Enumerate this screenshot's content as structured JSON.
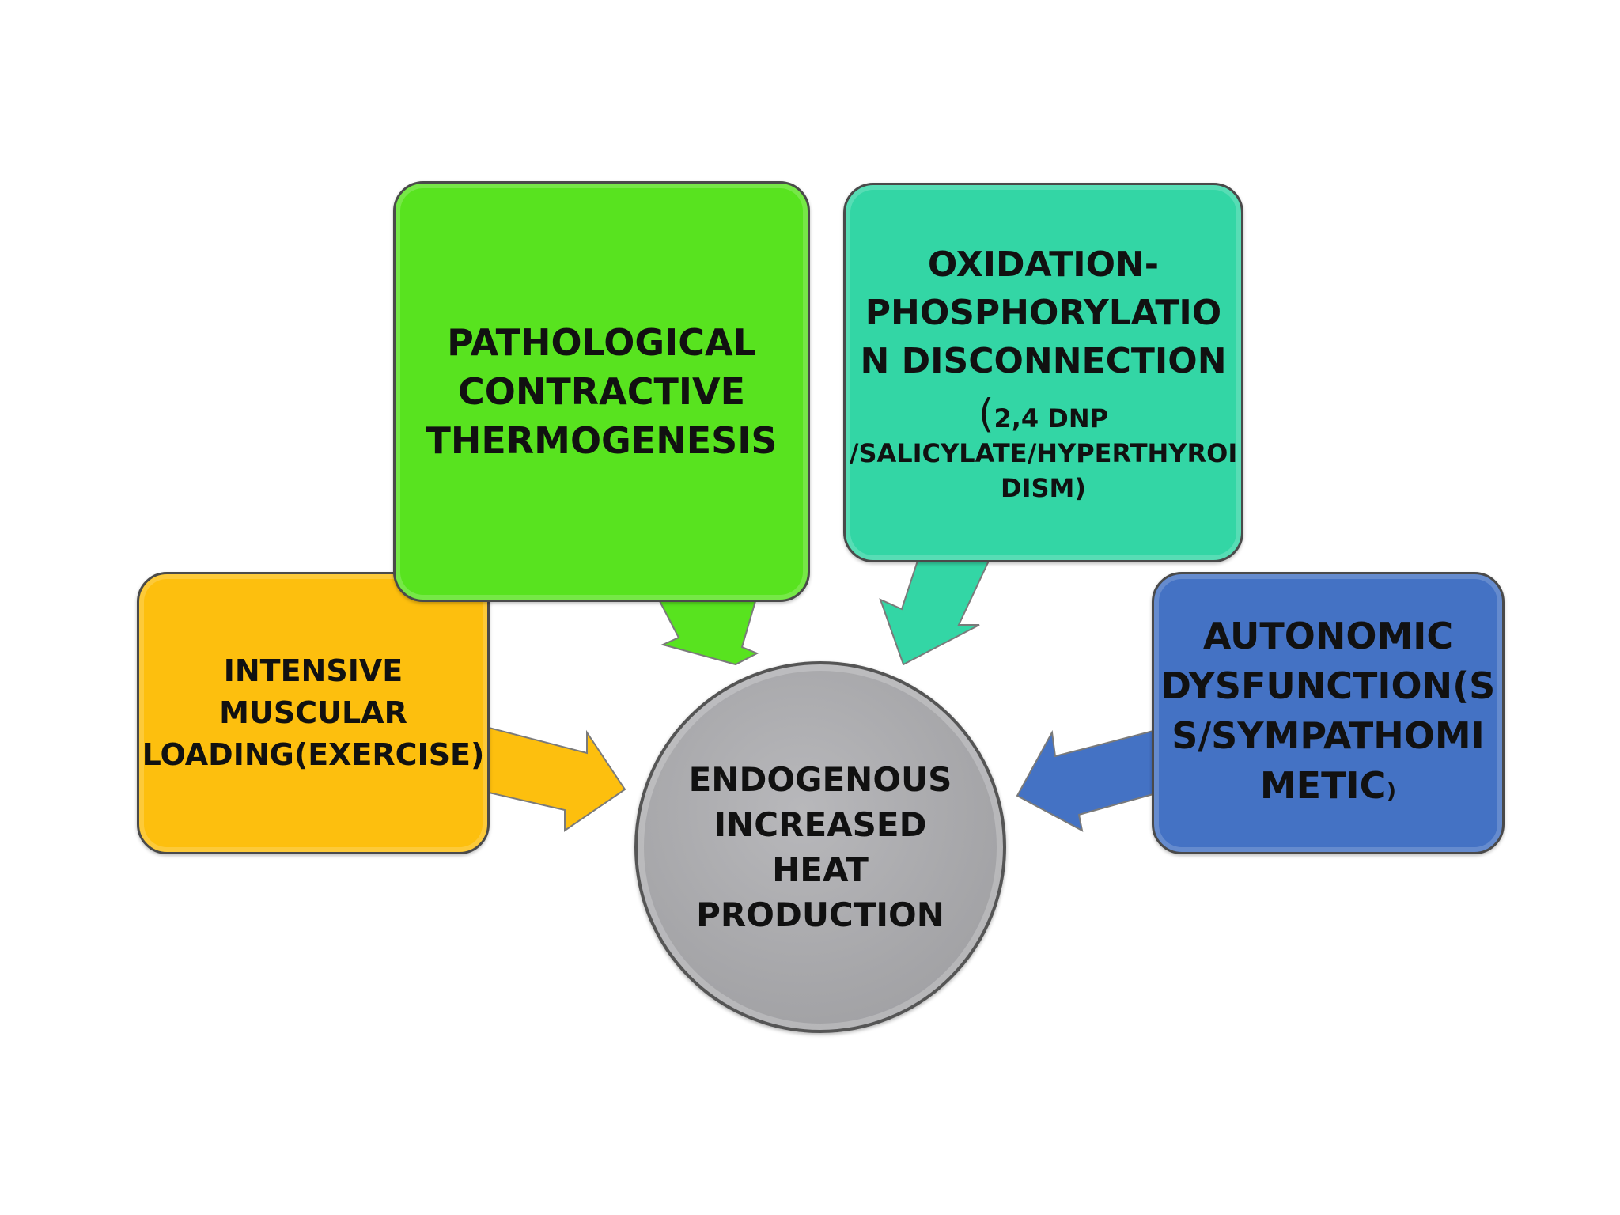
{
  "center": {
    "label": "ENDOGENOUS\nINCREASED\nHEAT\nPRODUCTION"
  },
  "causes": {
    "intensive": {
      "label": "INTENSIVE\nMUSCULAR\nLOADING(EXERCISE)",
      "color": "#fdbf0e"
    },
    "pathological": {
      "label": "PATHOLOGICAL\nCONTRACTIVE\nTHERMOGENESIS",
      "color": "#58e31f"
    },
    "oxidation": {
      "label": "OXIDATION-\nPHOSPHORYLATIO\nN DISCONNECTION",
      "paren_open": "(",
      "detail": "2,4 DNP\n/SALICYLATE/HYPERTHYROI\nDISM",
      "paren_close": ")",
      "color": "#33d6a5"
    },
    "autonomic": {
      "label": "AUTONOMIC\nDYSFUNCTION(S\nS/SYMPATHOMI\nMETIC",
      "paren_close": ")",
      "color": "#4472c4"
    }
  },
  "colors": {
    "center_fill": "#a6a6a9",
    "outline": "#4a4a4a"
  }
}
